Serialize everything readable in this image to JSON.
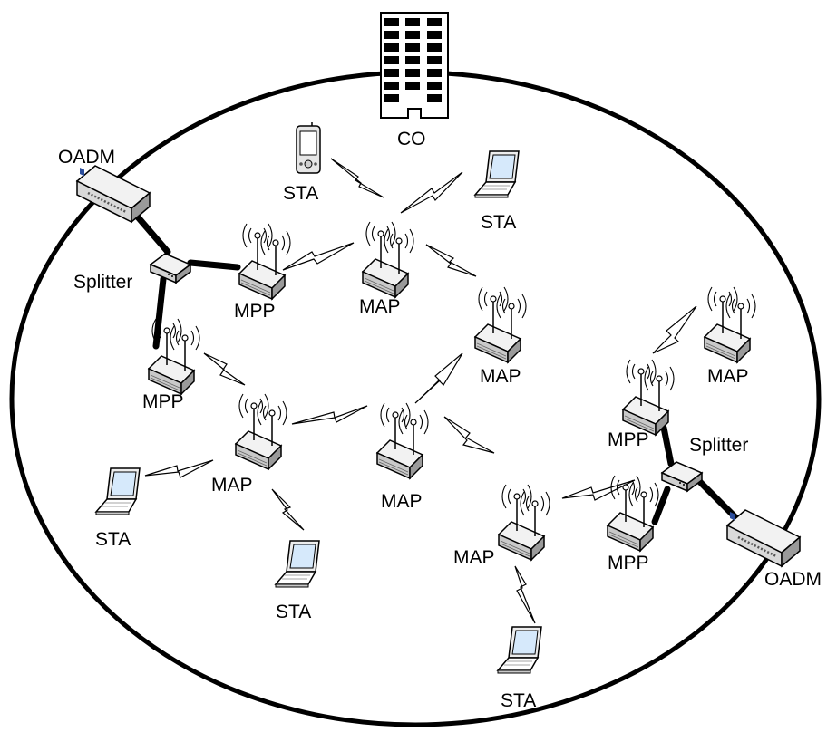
{
  "labels": {
    "co": "CO",
    "oadm": "OADM",
    "splitter": "Splitter",
    "mpp": "MPP",
    "map": "MAP",
    "sta": "STA"
  },
  "colors": {
    "line": "#000000",
    "device_top": "#f2f2f2",
    "device_front": "#c9c9c9",
    "device_side": "#9a9a9a",
    "screen": "#d6e9fb",
    "oadm_led": "#2b4d9c"
  },
  "icons": {
    "building": "office-building-icon",
    "oadm": "oadm-box-icon",
    "splitter": "splitter-box-icon",
    "router": "wireless-router-icon",
    "laptop": "laptop-icon",
    "pda": "pda-icon",
    "wireless": "lightning-link-icon"
  }
}
